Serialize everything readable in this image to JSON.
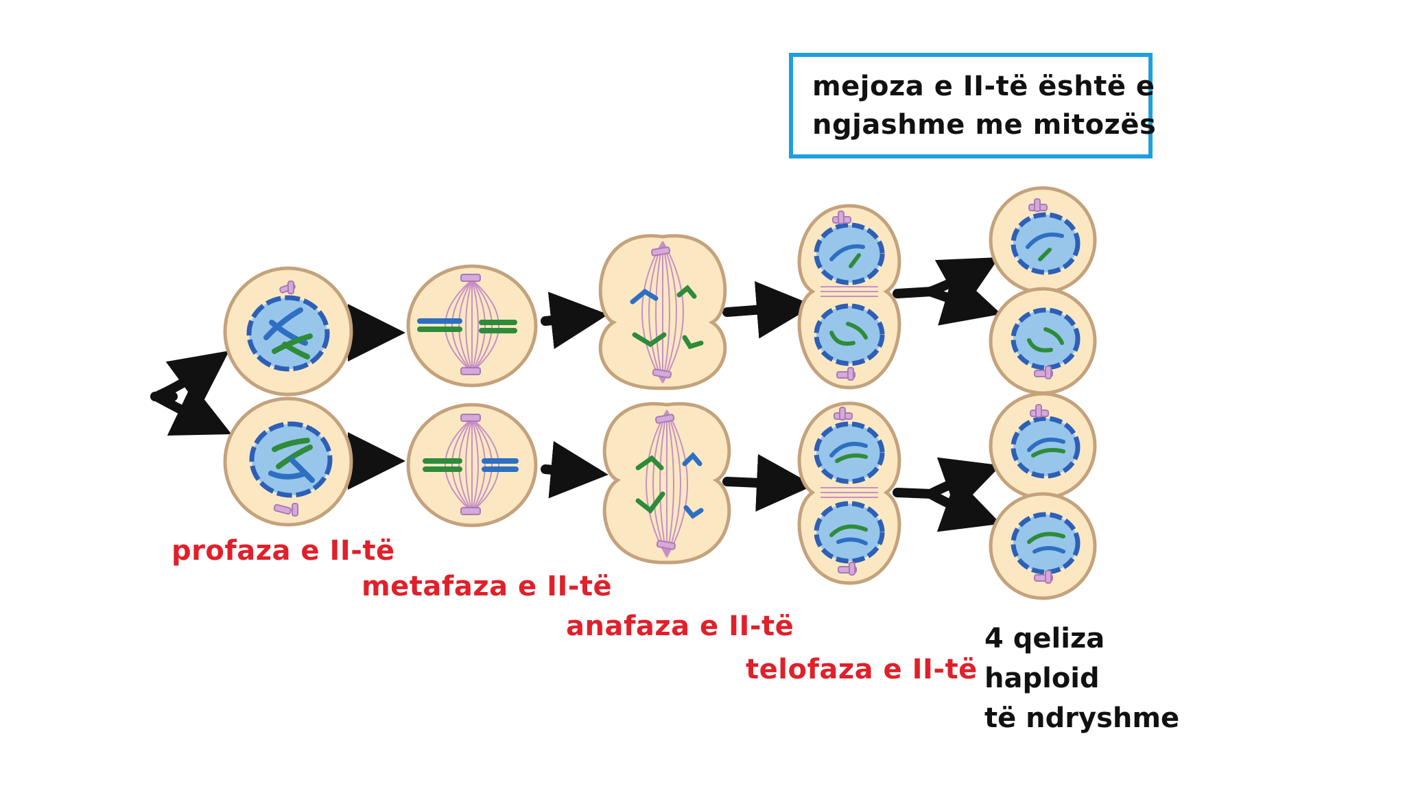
{
  "note": {
    "line1": "mejoza e II-të është e",
    "line2": "ngjashme me mitozës"
  },
  "labels": {
    "prophase": "profaza e II-të",
    "metaphase": "metafaza e II-të",
    "anaphase": "anafaza e II-të",
    "telophase": "telofaza e II-të"
  },
  "result": {
    "line1": "4 qeliza",
    "line2": "haploid",
    "line3": "të ndryshme"
  },
  "colors": {
    "cell_fill": "#fbe8c2",
    "cell_border": "#c4a27c",
    "nucleus_fill": "#97c6ea",
    "nucleus_border": "#2d5fb6",
    "chromosome_blue": "#2d6fc2",
    "chromosome_green": "#2e8b3a",
    "centrosome": "#d6a9dc",
    "spindle": "#c78fc4",
    "arrow": "#111111",
    "label_red": "#e0202a",
    "box_border": "#1fa0de"
  }
}
